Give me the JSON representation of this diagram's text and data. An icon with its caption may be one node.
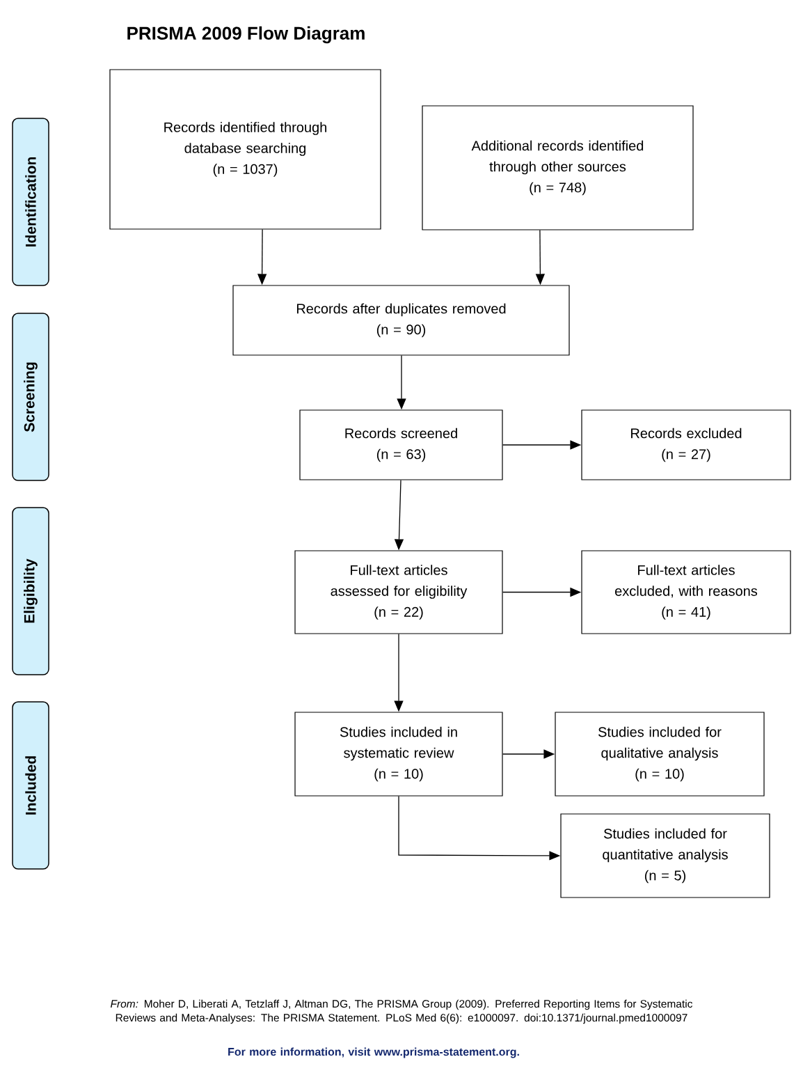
{
  "diagram": {
    "title": "PRISMA 2009 Flow Diagram",
    "nodes": [
      {
        "text": [
          "Records identified through database searching",
          "(n = 1037)"
        ]
      },
      {
        "text": [
          "Additional records identified through other sources",
          "(n = 748)"
        ]
      },
      {
        "text": [
          "Records after duplicates removed",
          "(n = 90)"
        ]
      },
      {
        "text": [
          "Records screened",
          "(n = 63)"
        ]
      },
      {
        "text": [
          "Records excluded",
          "(n = 27)"
        ]
      },
      {
        "text": [
          "Full-text articles assessed for eligibility",
          "(n = 22)"
        ]
      },
      {
        "text": [
          "Full-text articles excluded, with reasons",
          "(n = 41)"
        ]
      },
      {
        "text": [
          "Studies included in systematic review",
          "(n = 10)"
        ]
      },
      {
        "text": [
          "Studies included for qualitative analysis",
          "(n = 10)"
        ]
      },
      {
        "text": [
          "Studies included for quantitative analysis",
          "(n = 5)"
        ]
      },
      {
        "text": [
          "Identification"
        ]
      },
      {
        "text": [
          "Screening"
        ]
      },
      {
        "text": [
          "Eligibility"
        ]
      },
      {
        "text": [
          "Included"
        ]
      }
    ],
    "edges": [
      {
        "from": 0,
        "to": 2,
        "arrow": "to"
      },
      {
        "from": 1,
        "to": 2,
        "arrow": "to"
      },
      {
        "from": 2,
        "to": 3,
        "arrow": "to"
      },
      {
        "from": 3,
        "to": 4,
        "arrow": "to"
      },
      {
        "from": 3,
        "to": 5,
        "arrow": "to"
      },
      {
        "from": 5,
        "to": 6,
        "arrow": "to"
      },
      {
        "from": 5,
        "to": 7,
        "arrow": "to"
      },
      {
        "from": 7,
        "to": 8,
        "arrow": "to"
      },
      {
        "from": 7,
        "to": 9,
        "arrow": "to"
      }
    ],
    "labels": [
      "*From:*  Moher D, Liberati A, Tetzlaff J, Altman DG, The PRISMA Group (2009). Preferred Reporting Items for Systematic Reviews and Meta-Analyses: The PRISMA Statement. PLoS Med 6(6): e1000097. doi:10.1371/journal.pmed1000097",
      "For more information, visit www.prisma-statement.org."
    ]
  }
}
